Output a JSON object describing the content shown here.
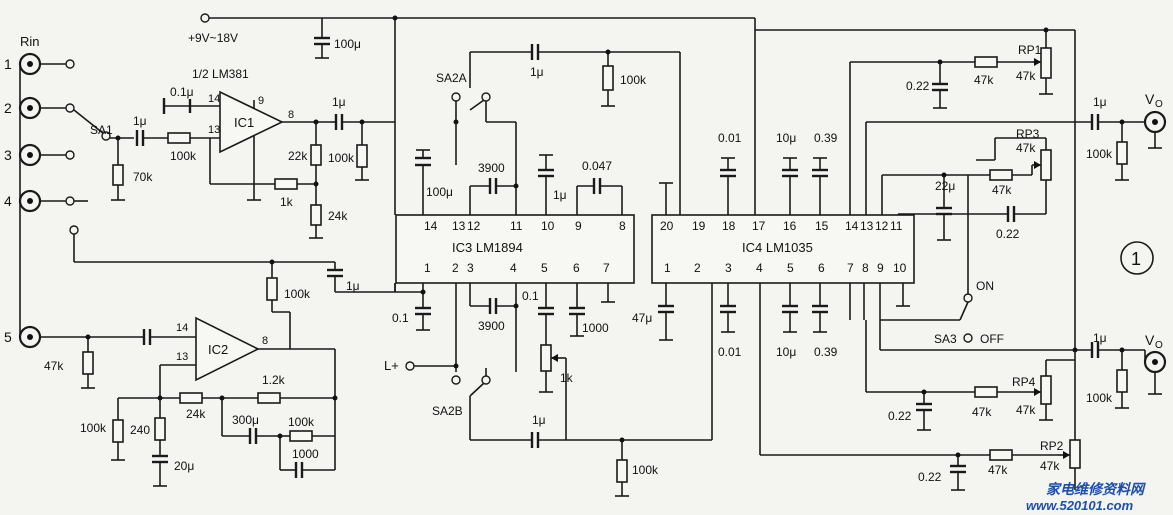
{
  "labels": {
    "rin": "Rin",
    "supply": "+9V~18V",
    "lm381": "1/2  LM381",
    "ic1": "IC1",
    "ic2": "IC2",
    "ic3": "IC3  LM1894",
    "ic4": "IC4  LM1035",
    "sa1": "SA1",
    "sa2a": "SA2A",
    "sa2b": "SA2B",
    "sa3": "SA3",
    "on": "ON",
    "off": "OFF",
    "vo": "V",
    "vo_sub": "O",
    "lplus": "L+",
    "circle_num": "1"
  },
  "jacks": [
    "1",
    "2",
    "3",
    "4",
    "5"
  ],
  "pins": {
    "ic1_in_top": "14",
    "ic1_in_bot": "13",
    "ic1_v": "9",
    "ic1_out": "8",
    "ic2_in_top": "14",
    "ic2_in_bot": "13",
    "ic2_out": "8",
    "ic3_top": [
      "14",
      "13",
      "12",
      "11",
      "10",
      "9",
      "8"
    ],
    "ic3_bot": [
      "1",
      "2",
      "3",
      "4",
      "5",
      "6",
      "7"
    ],
    "ic4_top": [
      "20",
      "19",
      "18",
      "17",
      "16",
      "15",
      "14",
      "13",
      "12",
      "11"
    ],
    "ic4_bot": [
      "1",
      "2",
      "3",
      "4",
      "5",
      "6",
      "7",
      "8",
      "9",
      "10"
    ]
  },
  "components": {
    "c_in1": "1μ",
    "c_01a": "0.1μ",
    "r_70k": "70k",
    "r_100k_a": "100k",
    "c_100u_sup": "100μ",
    "c_1u_out1": "1μ",
    "r_22k": "22k",
    "r_100k_b": "100k",
    "r_1k": "1k",
    "r_24k": "24k",
    "c_1u_top": "1μ",
    "r_100k_c": "100k",
    "c_3900_top": "3900",
    "c_100u_ic3": "100μ",
    "c_1u_ic3": "1μ",
    "c_0047": "0.047",
    "r_100k_d": "100k",
    "c_1u_ic2": "1μ",
    "r_47k_a": "47k",
    "r_24k_b": "24k",
    "r_1_2k": "1.2k",
    "r_100k_e": "100k",
    "r_240": "240",
    "c_20u": "20μ",
    "c_300u": "300μ",
    "r_100k_f": "100k",
    "c_1000_a": "1000",
    "c_01_ic3": "0.1",
    "c_3900_bot": "3900",
    "c_01_b": "0.1",
    "c_1000_b": "1000",
    "pot_1k": "1k",
    "c_1u_bot": "1μ",
    "r_100k_bot": "100k",
    "c_47u": "47μ",
    "c_001_top": "0.01",
    "c_10u_top": "10μ",
    "c_039_top": "0.39",
    "c_001_bot": "0.01",
    "c_10u_bot": "10μ",
    "c_039_bot": "0.39",
    "c_022_rp1": "0.22",
    "r_47k_rp1": "47k",
    "rp1": "RP1",
    "rp1_val": "47k",
    "c_1u_vo1": "1μ",
    "r_100k_vo1": "100k",
    "rp3": "RP3",
    "rp3_val": "47k",
    "c_22u": "22μ",
    "r_47k_rp3": "47k",
    "c_022_rp3": "0.22",
    "c_1u_vo2": "1μ",
    "r_100k_vo2": "100k",
    "rp4": "RP4",
    "rp4_val": "47k",
    "c_022_rp4": "0.22",
    "r_47k_rp4": "47k",
    "rp2": "RP2",
    "rp2_val": "47k",
    "c_022_rp2": "0.22",
    "r_47k_rp2": "47k"
  },
  "watermark": {
    "text_cn": "家电维修资料网",
    "url": "www.520101.com"
  },
  "colors": {
    "ink": "#1a1a1a",
    "paper": "#f4f4f1",
    "watermark": "#1d4fb0"
  }
}
